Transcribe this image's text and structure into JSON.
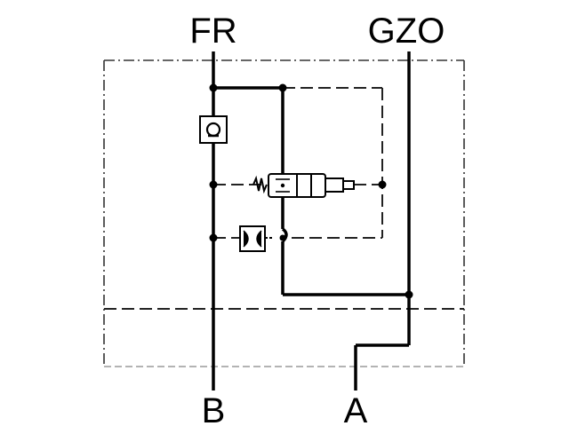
{
  "ports": {
    "fr": "FR",
    "gzo": "GZO",
    "b": "B",
    "a": "A"
  },
  "colors": {
    "line": "#000000",
    "border_dash": "#333333",
    "bottom_dash": "#9a9a9a",
    "background": "#ffffff"
  },
  "symbols": [
    "check-valve-icon",
    "solenoid-directional-valve-icon",
    "shuttle-valve-icon",
    "spring-icon",
    "solenoid-coil-icon"
  ]
}
